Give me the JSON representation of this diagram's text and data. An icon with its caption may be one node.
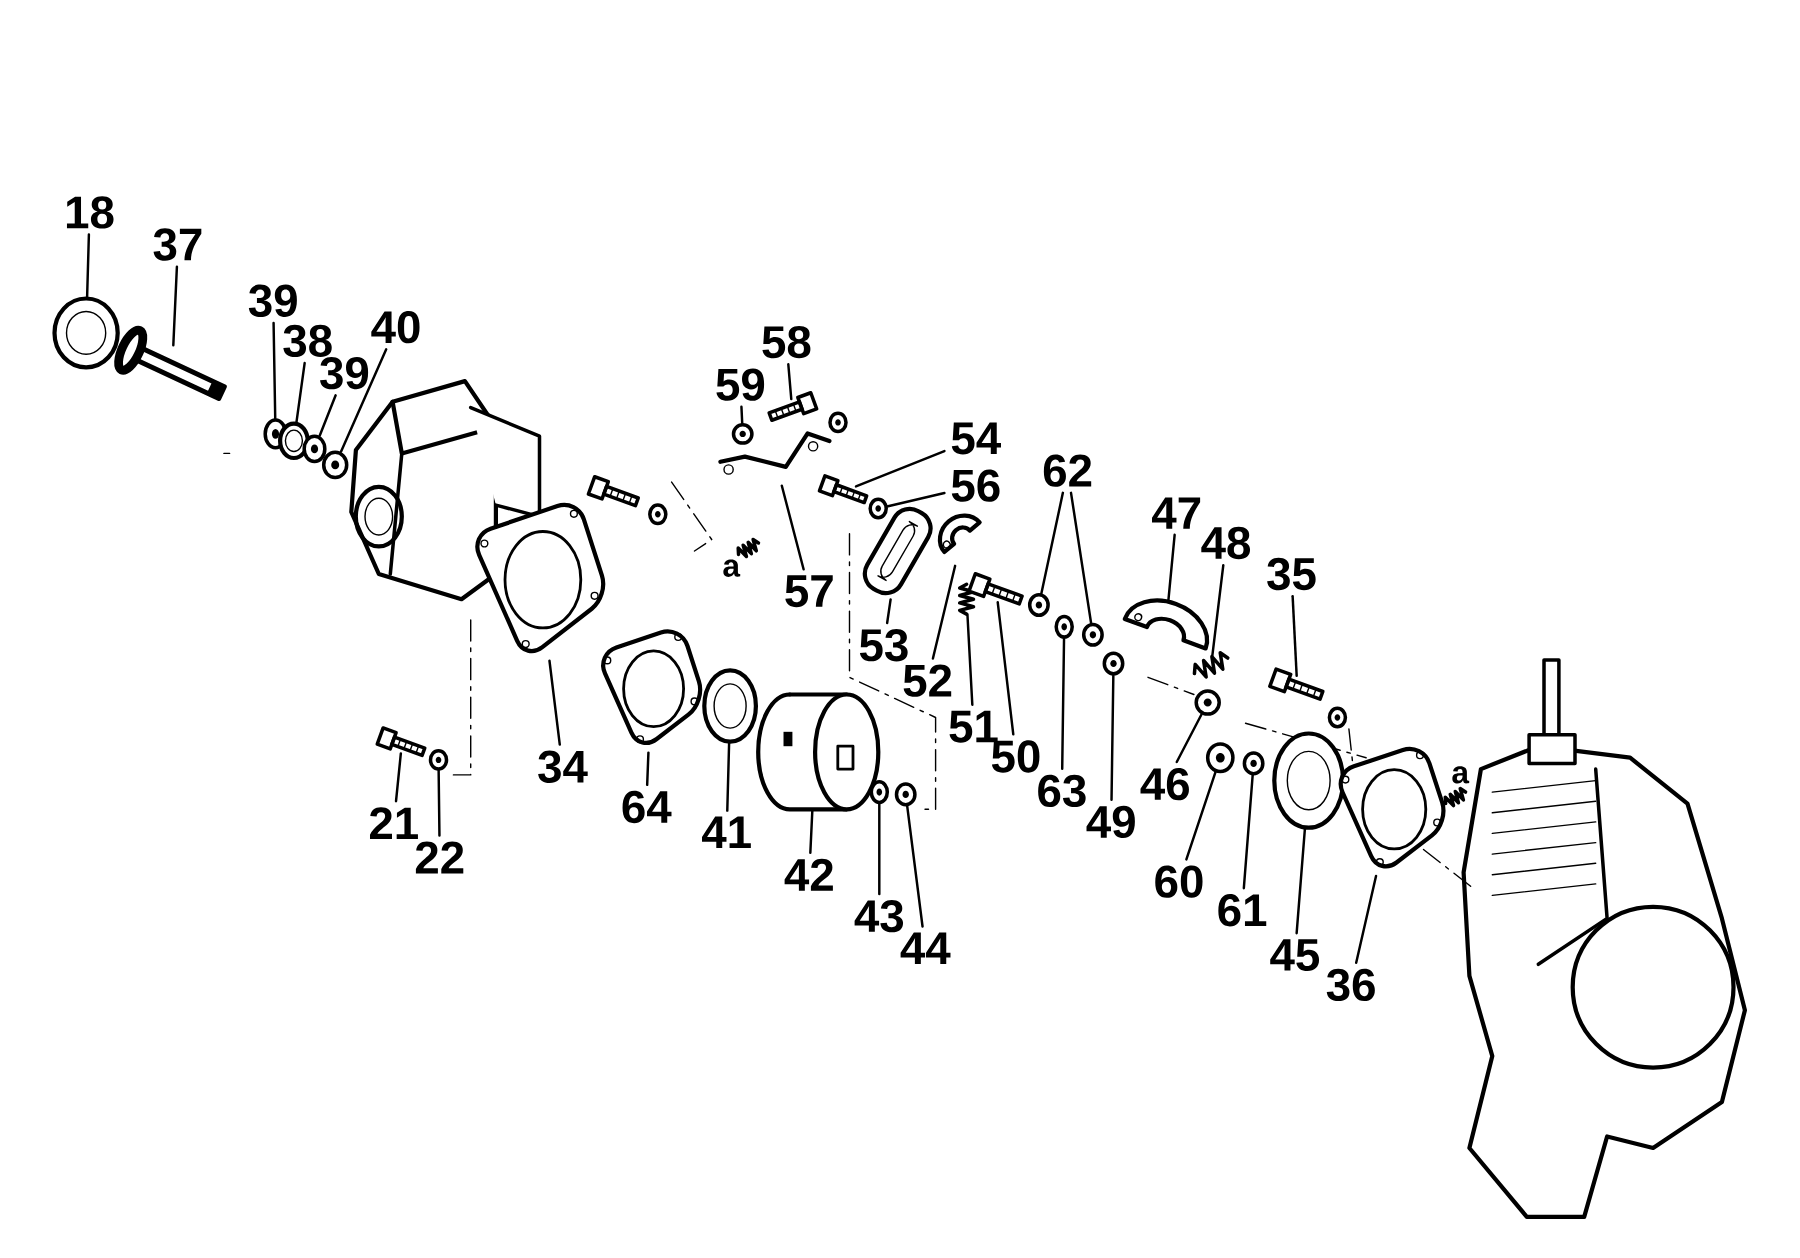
{
  "diagram": {
    "nodes": [
      {
        "text": [
          "18"
        ]
      },
      {
        "text": [],
        "shape": "picture"
      },
      {
        "text": [
          "37"
        ]
      },
      {
        "text": [],
        "shape": "picture"
      },
      {
        "text": [
          "39"
        ]
      },
      {
        "text": [],
        "shape": "picture"
      },
      {
        "text": [
          "38"
        ]
      },
      {
        "text": [],
        "shape": "picture"
      },
      {
        "text": [
          "39"
        ]
      },
      {
        "text": [],
        "shape": "picture"
      },
      {
        "text": [
          "40"
        ]
      },
      {
        "text": [],
        "shape": "picture"
      },
      {
        "text": [
          "58"
        ]
      },
      {
        "text": [],
        "shape": "picture"
      },
      {
        "text": [
          "59"
        ]
      },
      {
        "text": [],
        "shape": "picture"
      },
      {
        "text": [
          "57"
        ]
      },
      {
        "text": [],
        "shape": "picture"
      },
      {
        "text": [
          "54"
        ]
      },
      {
        "text": [],
        "shape": "picture"
      },
      {
        "text": [
          "56"
        ]
      },
      {
        "text": [],
        "shape": "picture"
      },
      {
        "text": [
          "53"
        ]
      },
      {
        "text": [],
        "shape": "picture"
      },
      {
        "text": [
          "52"
        ]
      },
      {
        "text": [],
        "shape": "picture"
      },
      {
        "text": [
          "51"
        ]
      },
      {
        "text": [],
        "shape": "picture"
      },
      {
        "text": [
          "50"
        ]
      },
      {
        "text": [],
        "shape": "picture"
      },
      {
        "text": [
          "62"
        ]
      },
      {
        "text": [],
        "shape": "picture"
      },
      {
        "text": [],
        "shape": "picture"
      },
      {
        "text": [
          "63"
        ]
      },
      {
        "text": [],
        "shape": "picture"
      },
      {
        "text": [
          "49"
        ]
      },
      {
        "text": [],
        "shape": "picture"
      },
      {
        "text": [
          "47"
        ]
      },
      {
        "text": [],
        "shape": "picture"
      },
      {
        "text": [
          "48"
        ]
      },
      {
        "text": [],
        "shape": "picture"
      },
      {
        "text": [
          "35"
        ]
      },
      {
        "text": [],
        "shape": "picture"
      },
      {
        "text": [
          "46"
        ]
      },
      {
        "text": [],
        "shape": "picture"
      },
      {
        "text": [
          "60"
        ]
      },
      {
        "text": [],
        "shape": "picture"
      },
      {
        "text": [
          "61"
        ]
      },
      {
        "text": [],
        "shape": "picture"
      },
      {
        "text": [
          "45"
        ]
      },
      {
        "text": [],
        "shape": "picture"
      },
      {
        "text": [
          "36"
        ]
      },
      {
        "text": [],
        "shape": "picture"
      },
      {
        "text": [
          "34"
        ]
      },
      {
        "text": [],
        "shape": "picture"
      },
      {
        "text": [
          "64"
        ]
      },
      {
        "text": [],
        "shape": "picture"
      },
      {
        "text": [
          "41"
        ]
      },
      {
        "text": [],
        "shape": "picture"
      },
      {
        "text": [
          "42"
        ]
      },
      {
        "text": [],
        "shape": "picture"
      },
      {
        "text": [
          "43"
        ]
      },
      {
        "text": [],
        "shape": "picture"
      },
      {
        "text": [
          "44"
        ]
      },
      {
        "text": [],
        "shape": "picture"
      },
      {
        "text": [
          "21"
        ]
      },
      {
        "text": [],
        "shape": "picture"
      },
      {
        "text": [
          "22"
        ]
      },
      {
        "text": [],
        "shape": "picture"
      }
    ],
    "edges": [
      {
        "from": 0,
        "to": 1,
        "arrow": "none"
      },
      {
        "from": 2,
        "to": 3,
        "arrow": "none"
      },
      {
        "from": 4,
        "to": 5,
        "arrow": "none"
      },
      {
        "from": 6,
        "to": 7,
        "arrow": "none"
      },
      {
        "from": 8,
        "to": 9,
        "arrow": "none"
      },
      {
        "from": 10,
        "to": 11,
        "arrow": "none"
      },
      {
        "from": 12,
        "to": 13,
        "arrow": "none"
      },
      {
        "from": 14,
        "to": 15,
        "arrow": "none"
      },
      {
        "from": 16,
        "to": 17,
        "arrow": "none"
      },
      {
        "from": 18,
        "to": 19,
        "arrow": "none"
      },
      {
        "from": 20,
        "to": 21,
        "arrow": "none"
      },
      {
        "from": 22,
        "to": 23,
        "arrow": "none"
      },
      {
        "from": 24,
        "to": 25,
        "arrow": "none"
      },
      {
        "from": 26,
        "to": 27,
        "arrow": "none"
      },
      {
        "from": 28,
        "to": 29,
        "arrow": "none"
      },
      {
        "from": 30,
        "to": 31,
        "arrow": "none"
      },
      {
        "from": 30,
        "to": 32,
        "arrow": "none"
      },
      {
        "from": 33,
        "to": 34,
        "arrow": "none"
      },
      {
        "from": 35,
        "to": 36,
        "arrow": "none"
      },
      {
        "from": 37,
        "to": 38,
        "arrow": "none"
      },
      {
        "from": 39,
        "to": 40,
        "arrow": "none"
      },
      {
        "from": 41,
        "to": 42,
        "arrow": "none"
      },
      {
        "from": 43,
        "to": 44,
        "arrow": "none"
      },
      {
        "from": 45,
        "to": 46,
        "arrow": "none"
      },
      {
        "from": 47,
        "to": 48,
        "arrow": "none"
      },
      {
        "from": 49,
        "to": 50,
        "arrow": "none"
      },
      {
        "from": 51,
        "to": 52,
        "arrow": "none"
      },
      {
        "from": 53,
        "to": 54,
        "arrow": "none"
      },
      {
        "from": 55,
        "to": 56,
        "arrow": "none"
      },
      {
        "from": 57,
        "to": 58,
        "arrow": "none"
      },
      {
        "from": 59,
        "to": 60,
        "arrow": "none"
      },
      {
        "from": 61,
        "to": 62,
        "arrow": "none"
      },
      {
        "from": 63,
        "to": 64,
        "arrow": "none"
      },
      {
        "from": 65,
        "to": 66,
        "arrow": "none"
      },
      {
        "from": 67,
        "to": 68,
        "arrow": "none"
      }
    ],
    "labels": [
      "a",
      "a"
    ]
  }
}
